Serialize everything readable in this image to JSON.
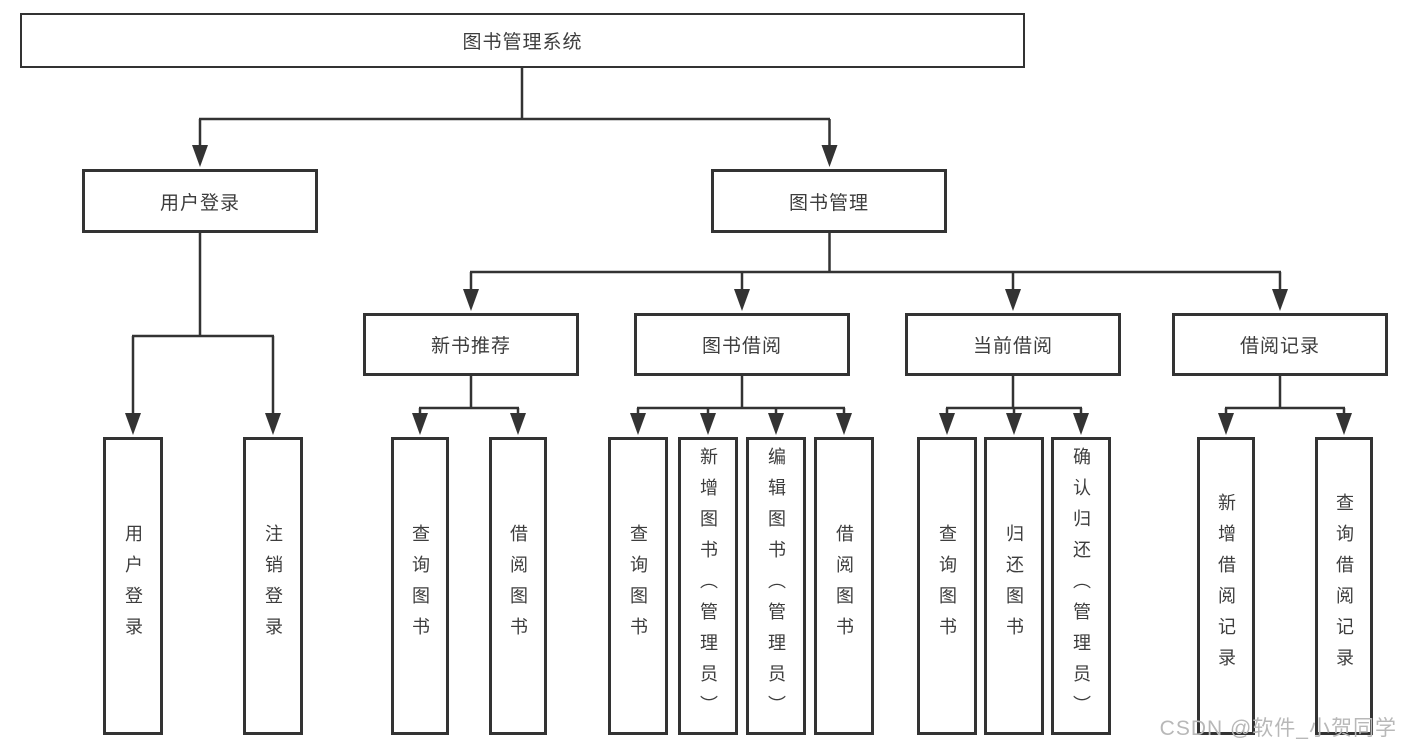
{
  "diagram_title": "图书管理系统",
  "nodes": {
    "root": {
      "label": "图书管理系统"
    },
    "l2": [
      {
        "label": "用户登录"
      },
      {
        "label": "图书管理"
      }
    ],
    "l3": [
      {
        "label": "新书推荐"
      },
      {
        "label": "图书借阅"
      },
      {
        "label": "当前借阅"
      },
      {
        "label": "借阅记录"
      }
    ],
    "l4": {
      "user_login": [
        {
          "label": "用户登录"
        },
        {
          "label": "注销登录"
        }
      ],
      "new_book_recommend": [
        {
          "label": "查询图书"
        },
        {
          "label": "借阅图书"
        }
      ],
      "book_borrow": [
        {
          "label": "查询图书"
        },
        {
          "label": "新增图书（管理员）"
        },
        {
          "label": "编辑图书（管理员）"
        },
        {
          "label": "借阅图书"
        }
      ],
      "current_borrow": [
        {
          "label": "查询图书"
        },
        {
          "label": "归还图书"
        },
        {
          "label": "确认归还（管理员）"
        }
      ],
      "borrow_record": [
        {
          "label": "新增借阅记录"
        },
        {
          "label": "查询借阅记录"
        }
      ]
    }
  },
  "watermark": "CSDN @软件_小贺同学",
  "colors": {
    "line": "#333333",
    "box_border": "#333333",
    "text": "#3d3d3d",
    "watermark": "#b8b8b8",
    "background": "#ffffff"
  }
}
